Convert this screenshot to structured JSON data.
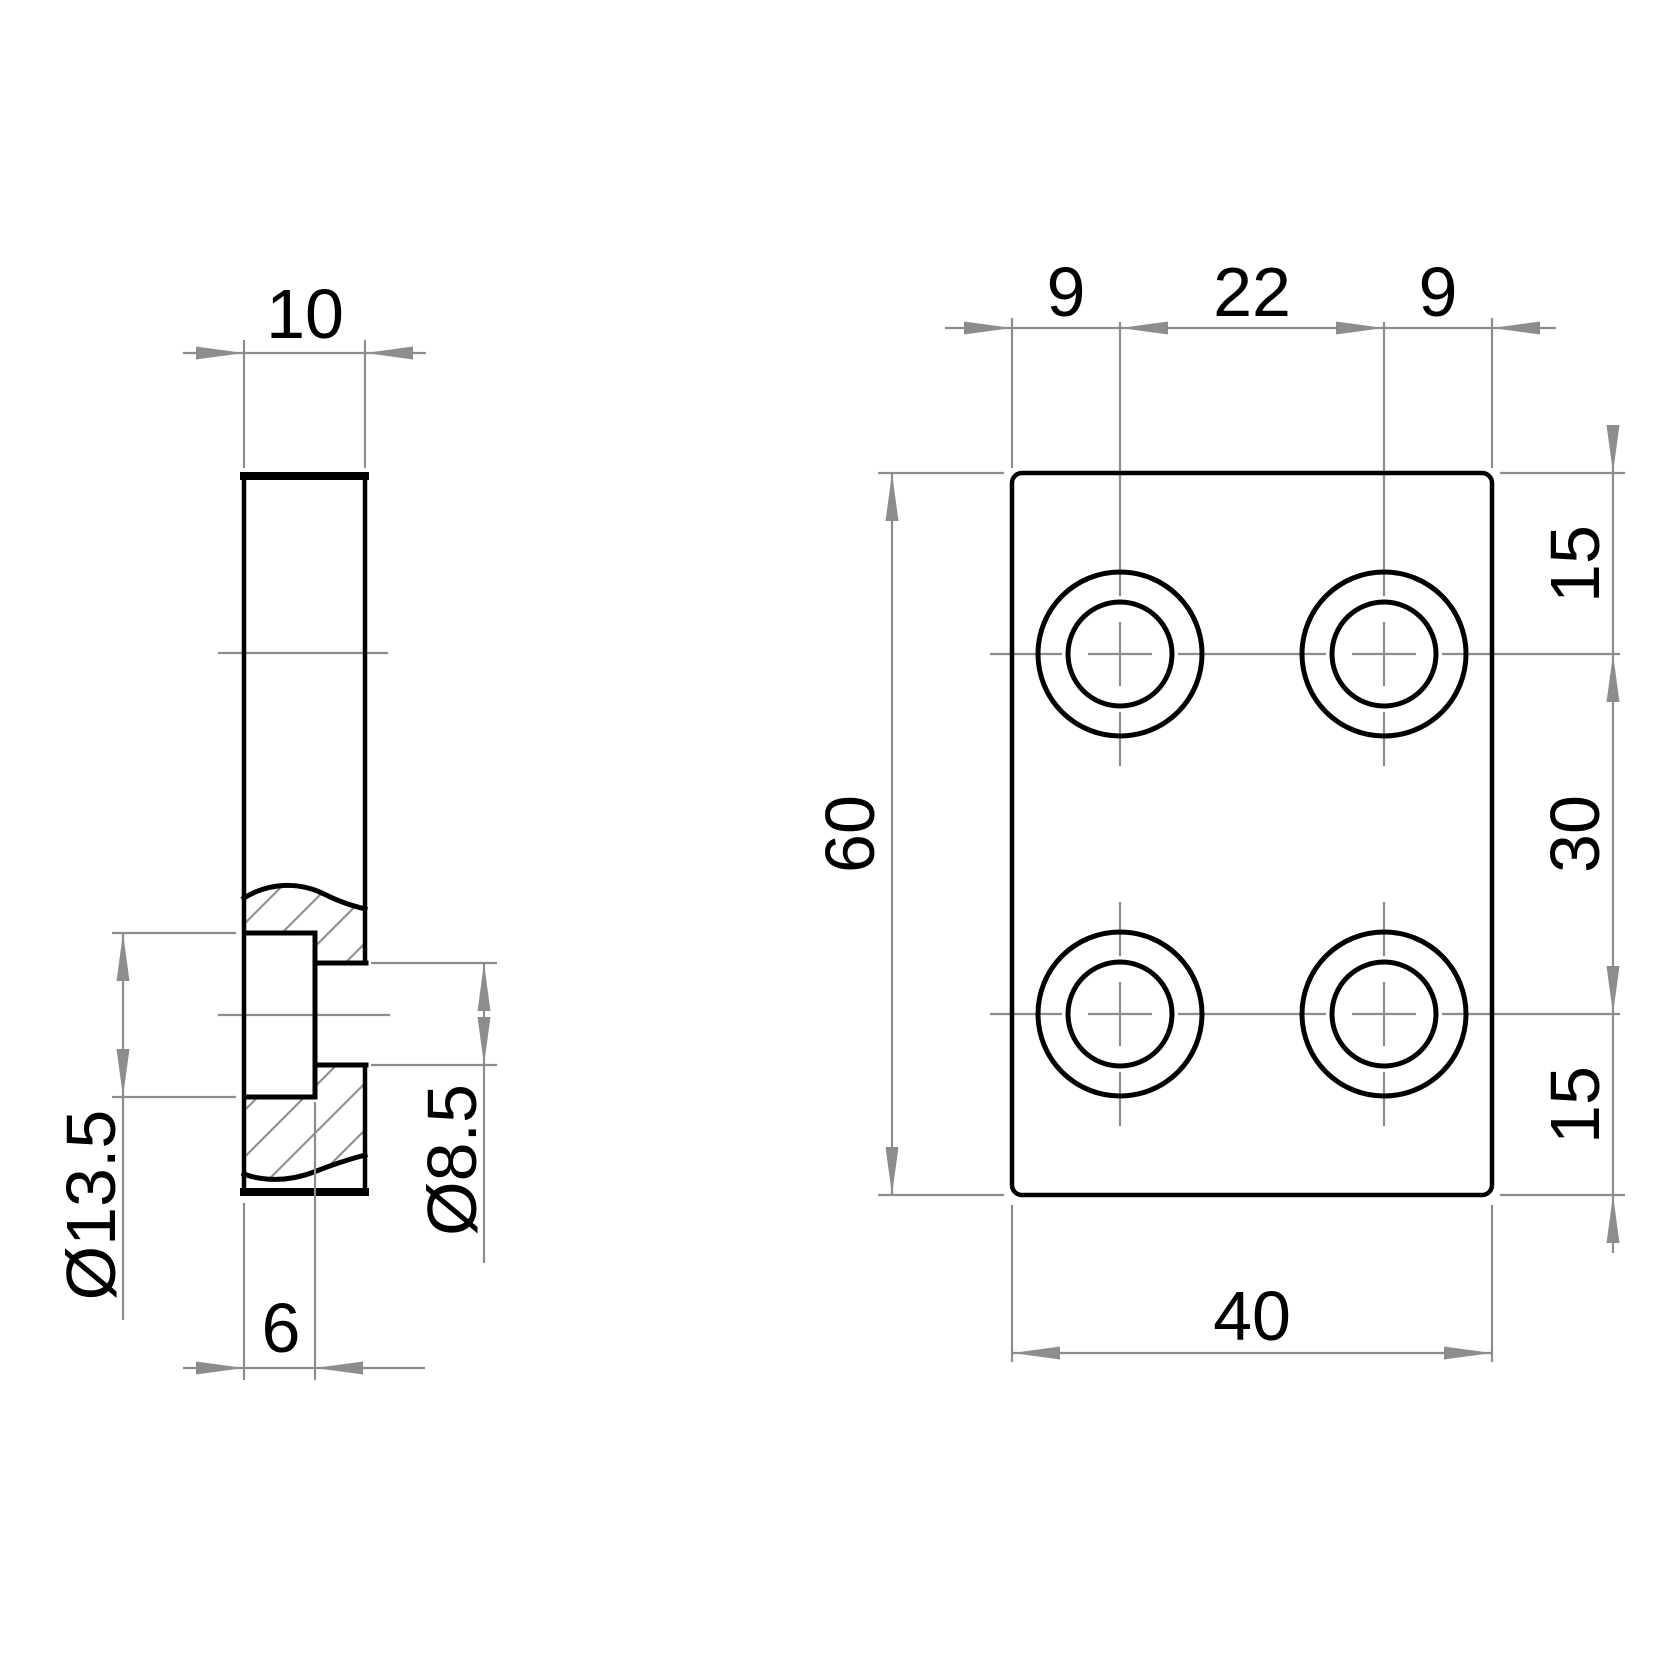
{
  "drawing_type": "technical-2d-drawing",
  "colors": {
    "background": "#ffffff",
    "part_line": "#000000",
    "dimension_line": "#8d8d8d",
    "text": "#000000"
  },
  "views": {
    "side_section": {
      "name": "side-section-view"
    },
    "front": {
      "name": "front-view"
    }
  },
  "dims": {
    "thickness": "10",
    "top_left": "9",
    "top_center": "22",
    "top_right": "9",
    "right_top": "15",
    "right_center": "30",
    "right_bottom": "15",
    "height": "60",
    "width": "40",
    "counterbore_diameter": "Ø13.5",
    "hole_diameter": "Ø8.5",
    "counterbore_depth": "6"
  }
}
